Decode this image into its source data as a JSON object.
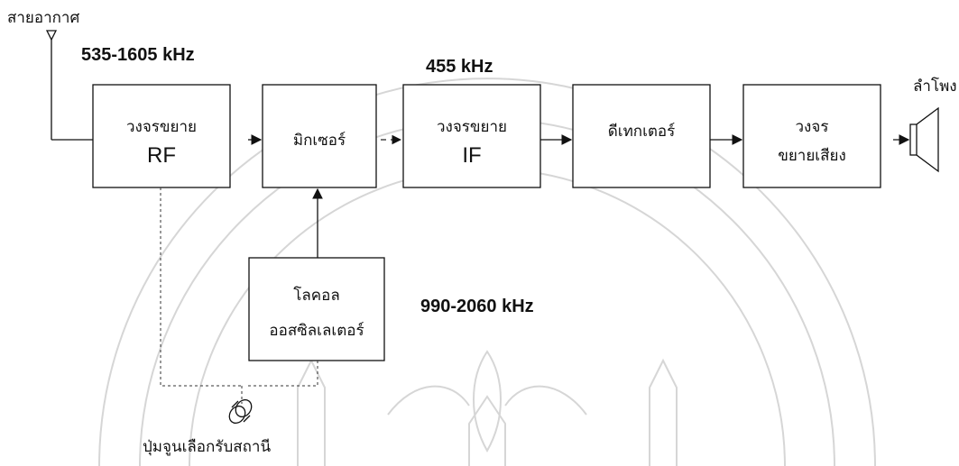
{
  "labels": {
    "antenna": "สายอากาศ",
    "speaker": "ลำโพง",
    "tuning_knob": "ปุ่มจูนเลือกรับสถานี",
    "freq_rf": "535-1605 kHz",
    "freq_if": "455 kHz",
    "freq_osc": "990-2060 kHz"
  },
  "blocks": {
    "rf": {
      "line1": "วงจรขยาย",
      "line2": "RF"
    },
    "mixer": {
      "line1": "มิกเซอร์"
    },
    "if": {
      "line1": "วงจรขยาย",
      "line2": "IF"
    },
    "detector": {
      "line1": "ดีเทกเตอร์"
    },
    "audio": {
      "line1": "วงจร",
      "line2": "ขยายเสียง"
    },
    "oscillator": {
      "line1": "โลคอล",
      "line2": "ออสซิลเลเตอร์"
    }
  },
  "colors": {
    "line": "#111111",
    "watermark": "#d6d6d6"
  }
}
